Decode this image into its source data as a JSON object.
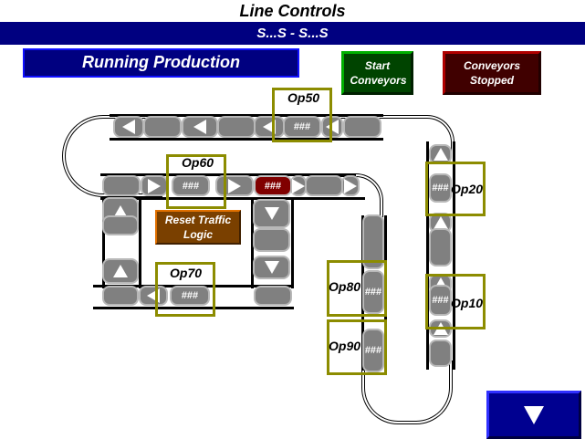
{
  "header": {
    "title": "Line Controls",
    "subtitle": "S...S - S...S"
  },
  "status": {
    "mode": "Running Production"
  },
  "buttons": {
    "start": "Start Conveyors",
    "stopped": "Conveyors Stopped",
    "reset": "Reset Traffic Logic",
    "page_down_icon": "down-triangle-icon"
  },
  "stations": [
    {
      "name": "Op50",
      "value": "###"
    },
    {
      "name": "Op60",
      "value": "###"
    },
    {
      "name": "Op70",
      "value": "###"
    },
    {
      "name": "Op80",
      "value": "###"
    },
    {
      "name": "Op90",
      "value": "###"
    },
    {
      "name": "Op20",
      "value": "###"
    },
    {
      "name": "Op10",
      "value": "###"
    }
  ],
  "traffic_pallet": {
    "value": "###",
    "color": "#800000"
  },
  "colors": {
    "banner": "#000080",
    "start": "#004400",
    "stopped": "#400000",
    "reset": "#7a4000",
    "station_box": "#8c8c00",
    "pallet": "#808080"
  }
}
